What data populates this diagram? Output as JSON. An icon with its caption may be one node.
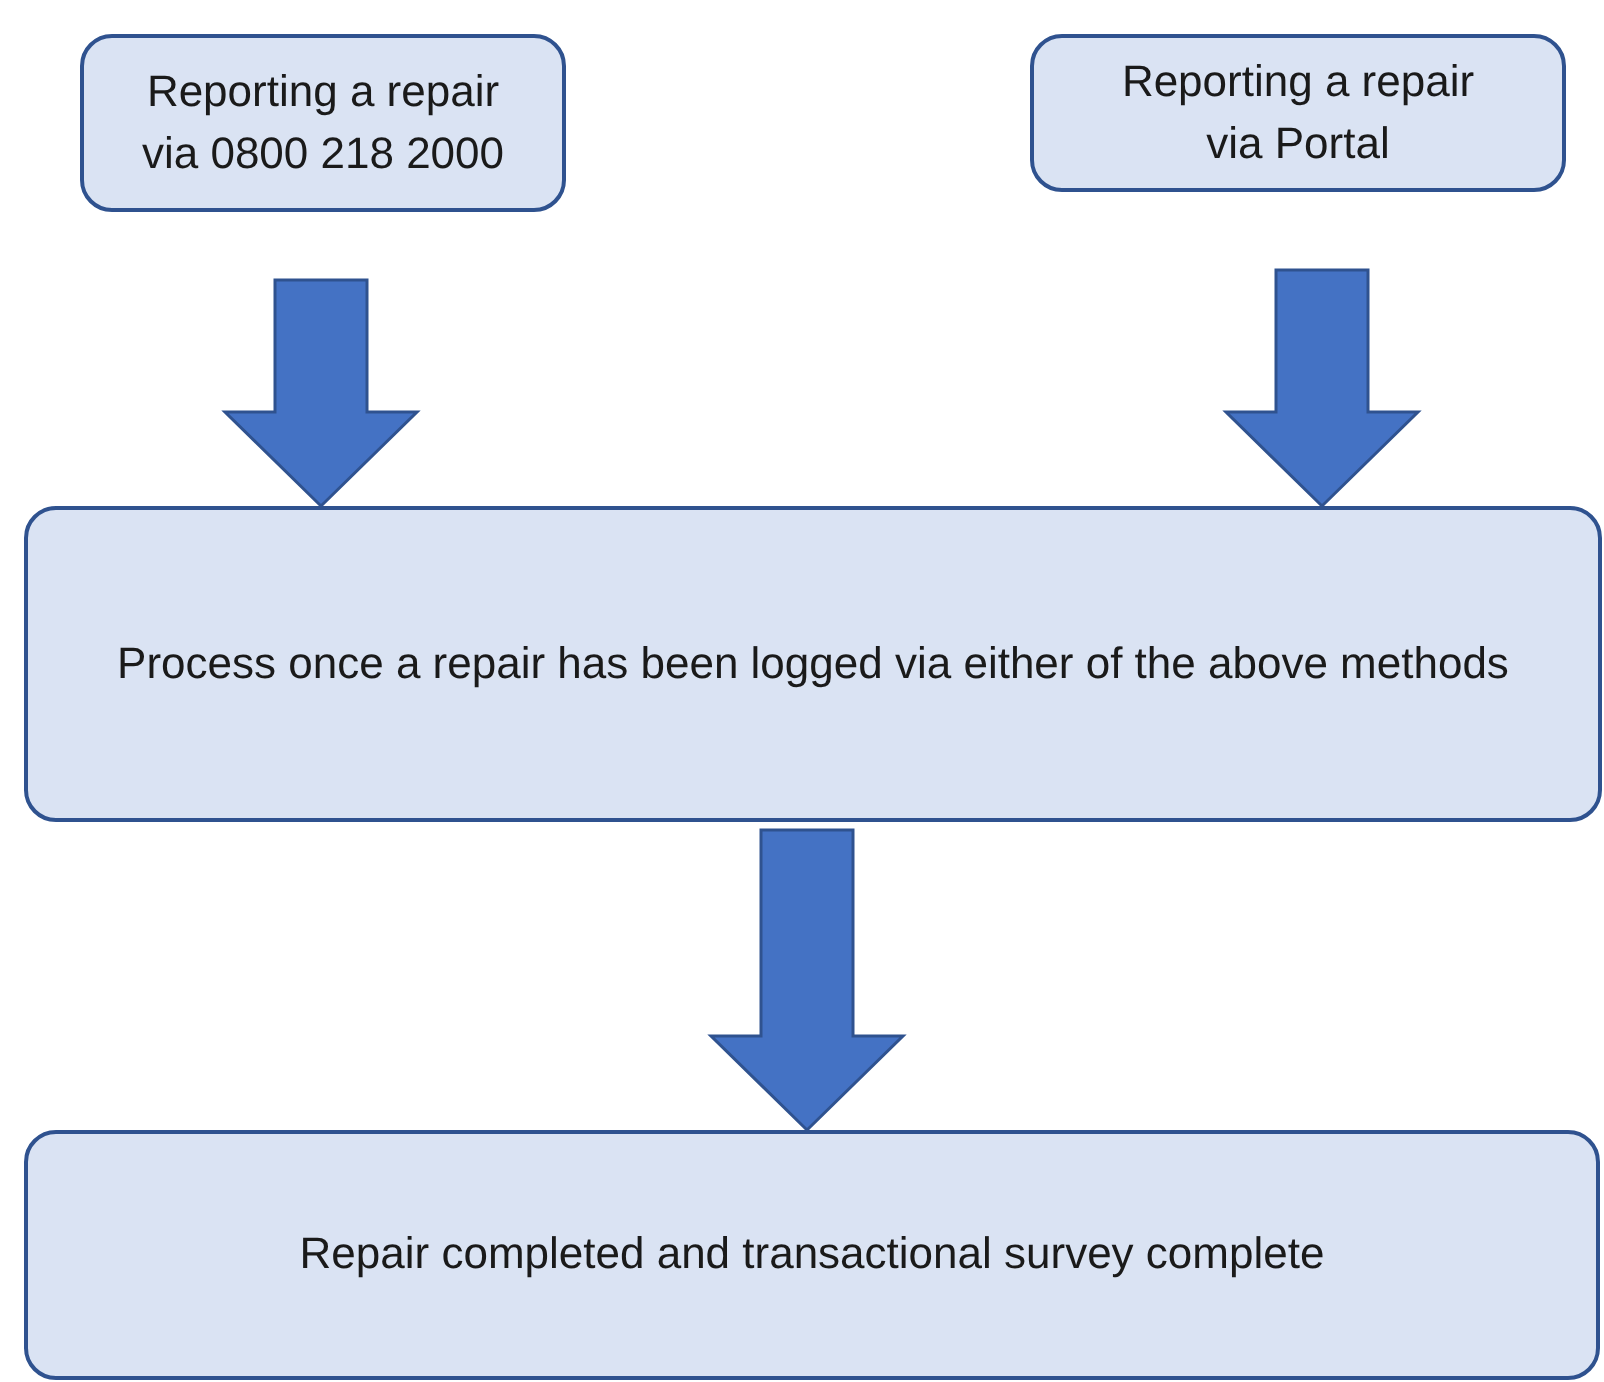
{
  "diagram": {
    "nodes": [
      {
        "text": [
          "Reporting a repair via 0800 218 2000"
        ]
      },
      {
        "text": [
          "Reporting a repair via Portal"
        ]
      },
      {
        "text": [
          "Process once a repair has been logged via either of the above methods"
        ]
      },
      {
        "text": [
          "Repair completed and transactional survey complete"
        ]
      }
    ],
    "edges": [
      {
        "from": 0,
        "to": 2,
        "arrow": "to"
      },
      {
        "from": 1,
        "to": 2,
        "arrow": "to"
      },
      {
        "from": 2,
        "to": 3,
        "arrow": "to"
      }
    ]
  }
}
